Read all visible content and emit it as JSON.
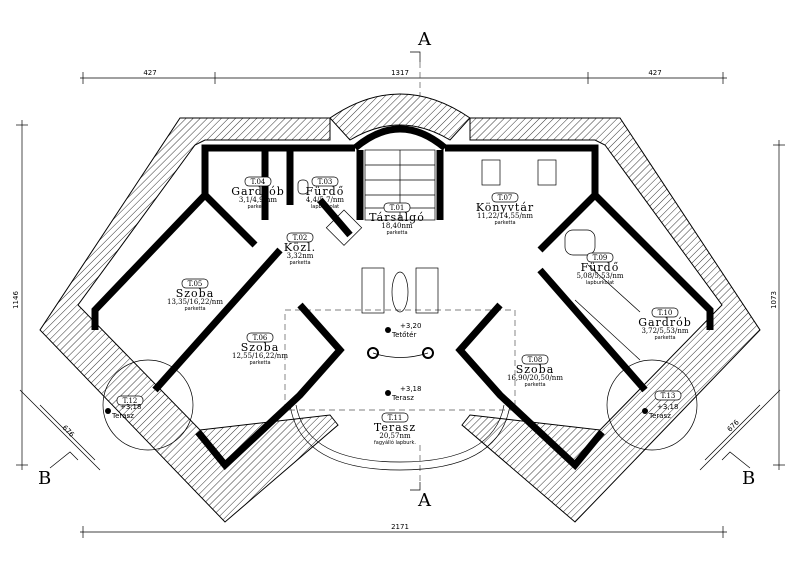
{
  "section_markers": {
    "a_top": "A",
    "a_bottom": "A",
    "b_left": "B",
    "b_right": "B"
  },
  "dimensions": {
    "top_left": "427",
    "top_center": "1317",
    "top_right": "427",
    "left": "1146",
    "right": "1073",
    "bottom": "2171",
    "wing_left": "676",
    "wing_right": "676"
  },
  "rooms": [
    {
      "id": "T.04",
      "name": "Gardrób",
      "area": "3,1/4,9/nm",
      "floor": "parketta"
    },
    {
      "id": "T.03",
      "name": "Fürdő",
      "area": "4,4/5,7/nm",
      "floor": "lapburkolat"
    },
    {
      "id": "T.02",
      "name": "Közl.",
      "area": "3,32nm",
      "floor": "parketta"
    },
    {
      "id": "T.01",
      "name": "Társalgó",
      "area": "18,40nm",
      "floor": "parketta"
    },
    {
      "id": "T.07",
      "name": "Könyvtár",
      "area": "11,22/14,55/nm",
      "floor": "parketta"
    },
    {
      "id": "T.05",
      "name": "Szoba",
      "area": "13,35/16,22/nm",
      "floor": "parketta"
    },
    {
      "id": "T.06",
      "name": "Szoba",
      "area": "12,55/16,22/nm",
      "floor": "parketta"
    },
    {
      "id": "T.08",
      "name": "Szoba",
      "area": "16,90/20,50/nm",
      "floor": "parketta"
    },
    {
      "id": "T.09",
      "name": "Fürdő",
      "area": "5,08/5,53/nm",
      "floor": "lapburkolat"
    },
    {
      "id": "T.10",
      "name": "Gardrób",
      "area": "3,72/5,53/nm",
      "floor": "parketta"
    },
    {
      "id": "T.11",
      "name": "Terasz",
      "area": "20,57nm",
      "floor": "fagyálló lapburk."
    },
    {
      "id": "T.12",
      "name": "",
      "area": "",
      "floor": ""
    },
    {
      "id": "T.13",
      "name": "",
      "area": "",
      "floor": ""
    }
  ],
  "levels": [
    {
      "value": "+3,20",
      "label": "Tetőtér"
    },
    {
      "value": "+3,18",
      "label": "Terasz"
    },
    {
      "value": "+3,18",
      "label": "Terasz"
    },
    {
      "value": "+3,18",
      "label": "Terasz"
    }
  ]
}
